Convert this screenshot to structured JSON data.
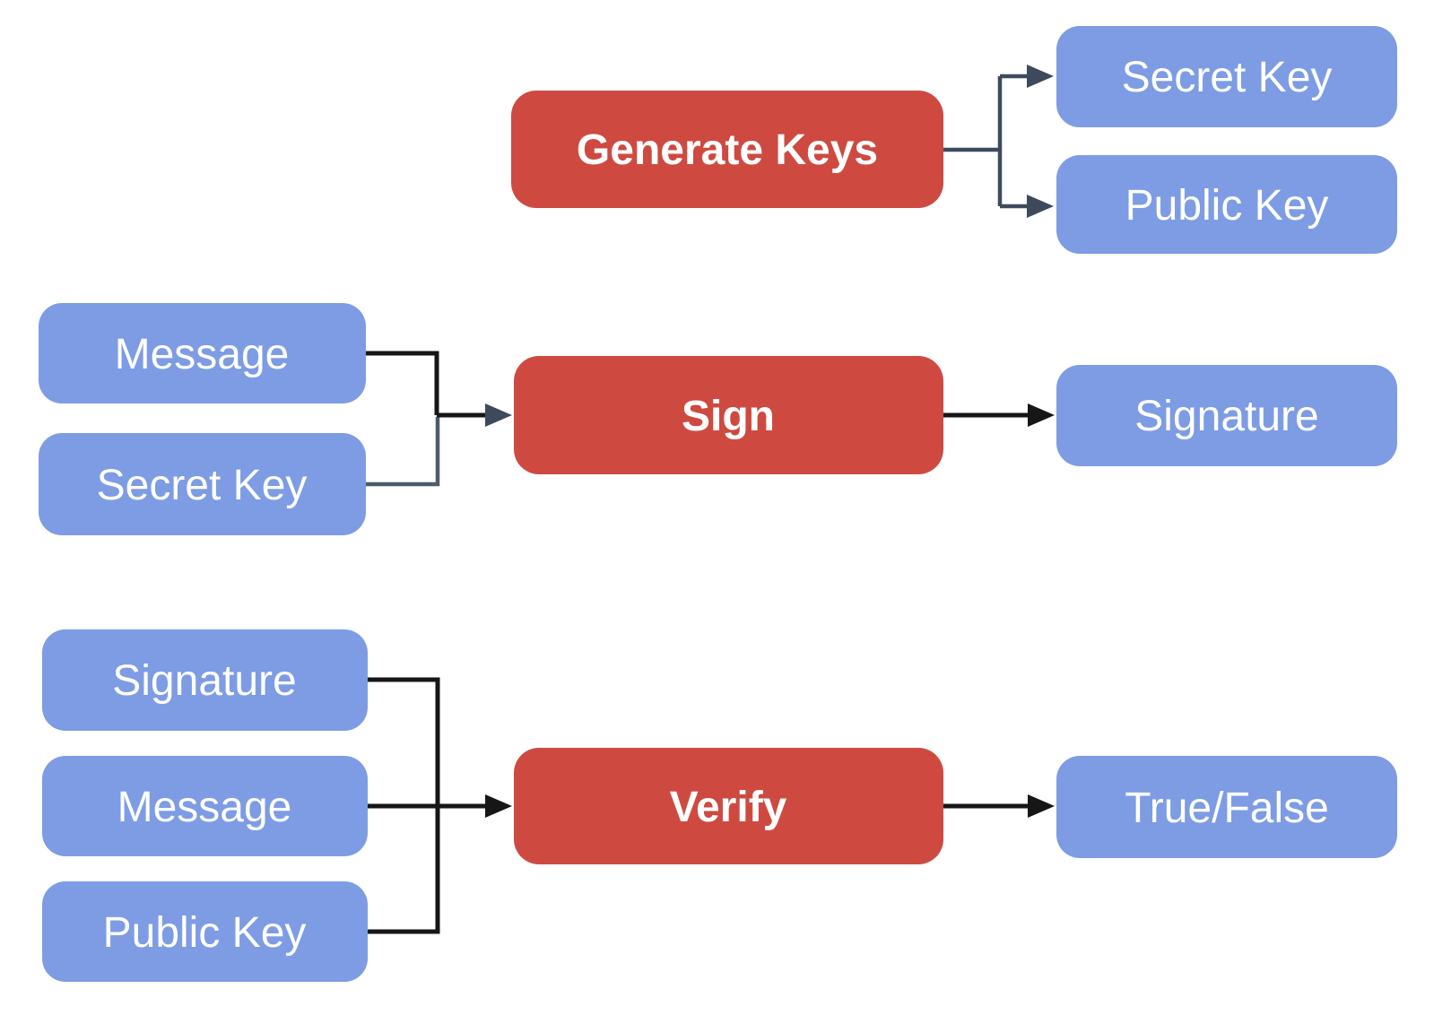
{
  "diagram": {
    "description": "Digital signature flow diagram",
    "sections": [
      {
        "name": "key-generation",
        "process": "Generate Keys",
        "inputs": [],
        "outputs": [
          "Secret Key",
          "Public Key"
        ]
      },
      {
        "name": "signing",
        "process": "Sign",
        "inputs": [
          "Message",
          "Secret Key"
        ],
        "outputs": [
          "Signature"
        ]
      },
      {
        "name": "verification",
        "process": "Verify",
        "inputs": [
          "Signature",
          "Message",
          "Public Key"
        ],
        "outputs": [
          "True/False"
        ]
      }
    ]
  },
  "colors": {
    "process_fill": "#CE4A41",
    "data_fill": "#7D9CE4",
    "label_text": "#FFFFFF",
    "connector_black": "#161616",
    "connector_slate": "#3E4A5C",
    "connector_slate_light": "#4D5A6B"
  }
}
